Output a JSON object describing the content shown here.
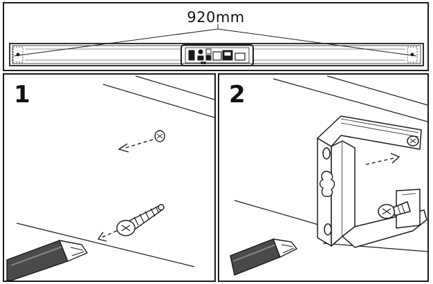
{
  "overview": {
    "dimension_label": "920mm"
  },
  "steps": [
    {
      "number": "1"
    },
    {
      "number": "2"
    }
  ],
  "colors": {
    "line": "#1a1a1a",
    "background": "#ffffff"
  }
}
